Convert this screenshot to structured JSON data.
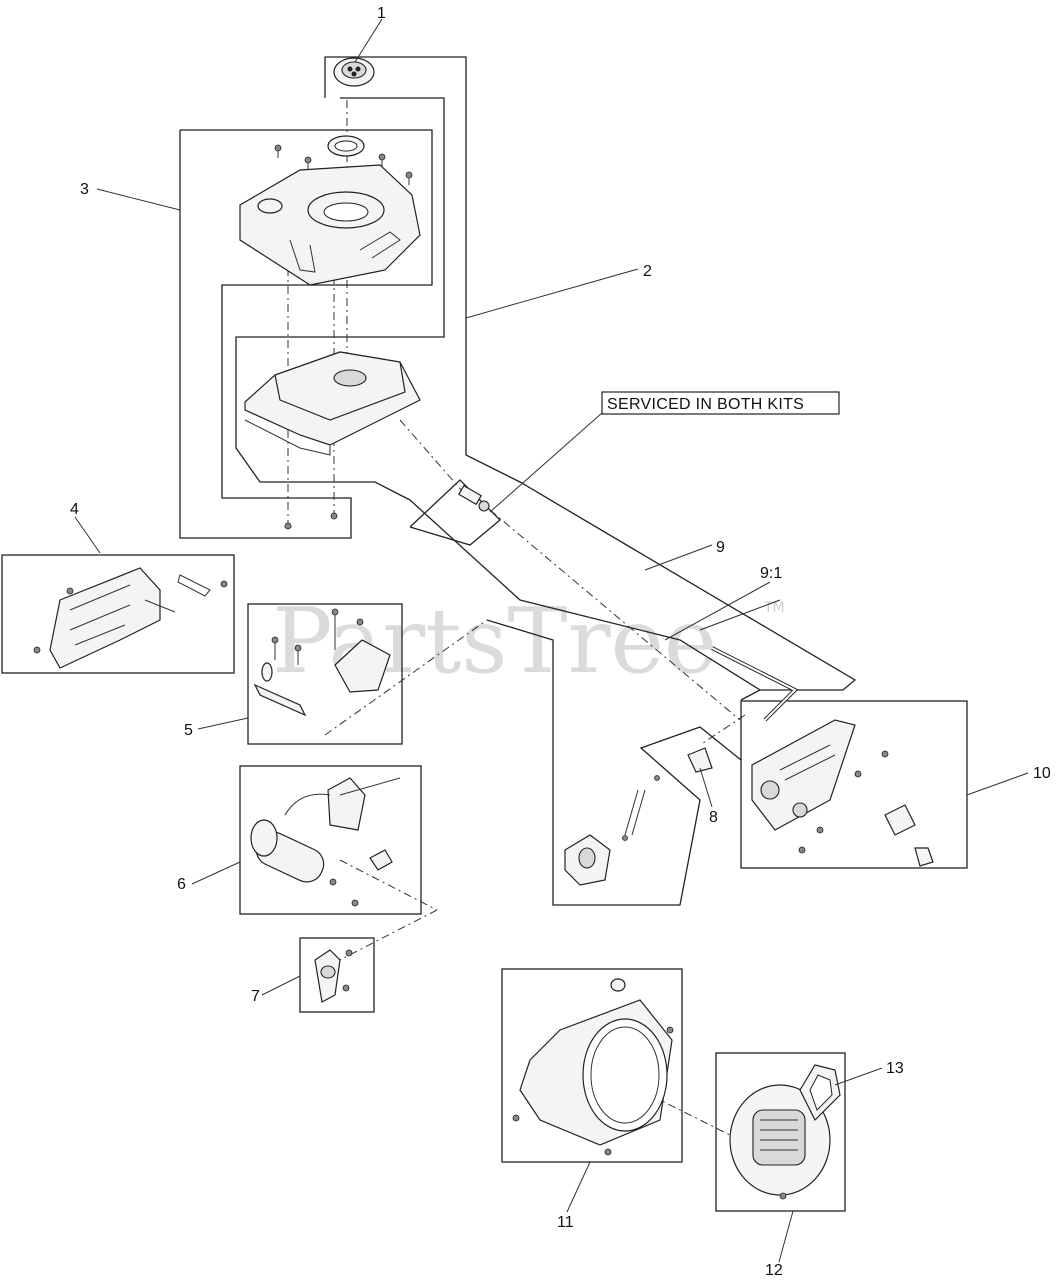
{
  "watermark": {
    "text": "PartsTree",
    "tm": "TM"
  },
  "note": {
    "text": "SERVICED IN BOTH KITS"
  },
  "callouts": [
    {
      "id": "1",
      "label": "1"
    },
    {
      "id": "2",
      "label": "2"
    },
    {
      "id": "3",
      "label": "3"
    },
    {
      "id": "4",
      "label": "4"
    },
    {
      "id": "5",
      "label": "5"
    },
    {
      "id": "6",
      "label": "6"
    },
    {
      "id": "7",
      "label": "7"
    },
    {
      "id": "8",
      "label": "8"
    },
    {
      "id": "9",
      "label": "9"
    },
    {
      "id": "9_1",
      "label": "9:1"
    },
    {
      "id": "10",
      "label": "10"
    },
    {
      "id": "11",
      "label": "11"
    },
    {
      "id": "12",
      "label": "12"
    },
    {
      "id": "13",
      "label": "13"
    }
  ]
}
